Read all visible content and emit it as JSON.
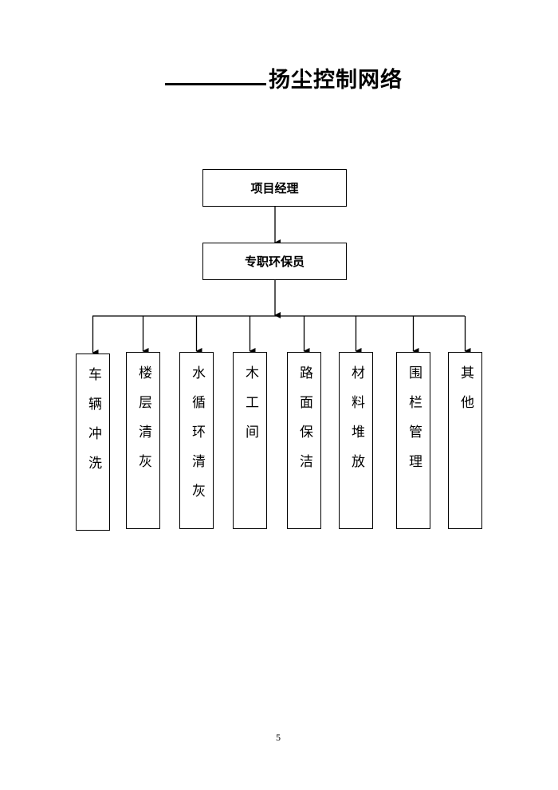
{
  "title": {
    "blank": "",
    "text": "扬尘控制网络"
  },
  "chart": {
    "root": "项目经理",
    "level2": "专职环保员",
    "children": [
      "车辆冲洗",
      "楼层清灰",
      "水循环清灰",
      "木工间",
      "路面保洁",
      "材料堆放",
      "围栏管理",
      "其他"
    ]
  },
  "page_number": "5"
}
